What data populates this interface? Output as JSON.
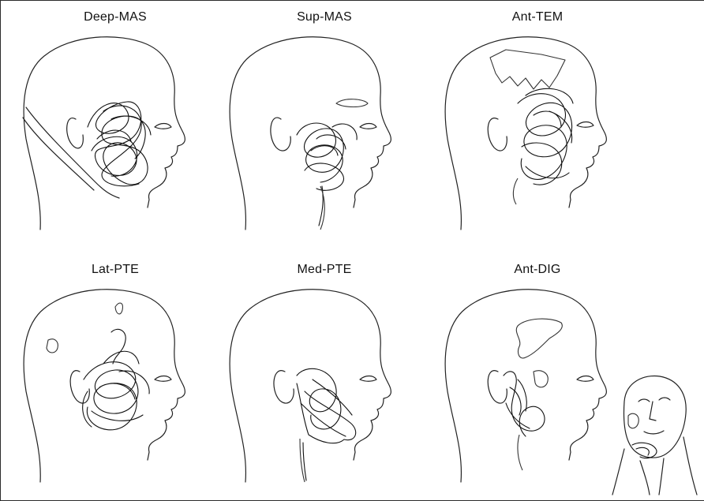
{
  "panels": [
    {
      "label": "Deep-MAS"
    },
    {
      "label": "Sup-MAS"
    },
    {
      "label": "Ant-TEM"
    },
    {
      "label": "Lat-PTE"
    },
    {
      "label": "Med-PTE"
    },
    {
      "label": "Ant-DIG"
    }
  ],
  "colors": {
    "line": "#111111",
    "background": "#ffffff",
    "frame": "#2b2b2b"
  }
}
